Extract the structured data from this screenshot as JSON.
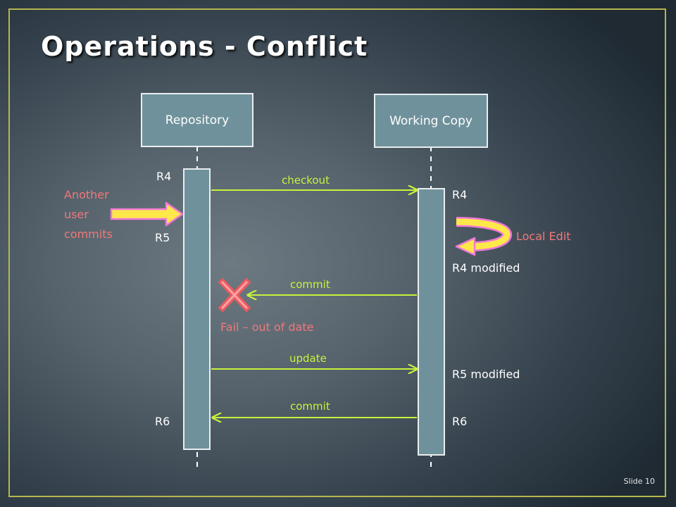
{
  "title": "Operations - Conflict",
  "actors": {
    "repository": "Repository",
    "working_copy": "Working Copy"
  },
  "repository_revisions": {
    "r4": "R4",
    "r5": "R5",
    "r6": "R6"
  },
  "working_copy_states": {
    "r4": "R4",
    "r4_modified": "R4 modified",
    "r5_modified": "R5 modified",
    "r6": "R6"
  },
  "messages": {
    "checkout": "checkout",
    "commit_failed": "commit",
    "update": "update",
    "commit_success": "commit"
  },
  "annotations": {
    "another_user": "Another\nuser\ncommits",
    "local_edit": "Local Edit",
    "fail": "Fail – out of date"
  },
  "footer": {
    "slide_number": "Slide 10"
  },
  "colors": {
    "message_arrow": "#c8f23c",
    "annotation": "#f0787a",
    "lifeline_bar": "#6f919b",
    "frame": "#b5b74d",
    "external_arrow": "#ffe84a"
  }
}
